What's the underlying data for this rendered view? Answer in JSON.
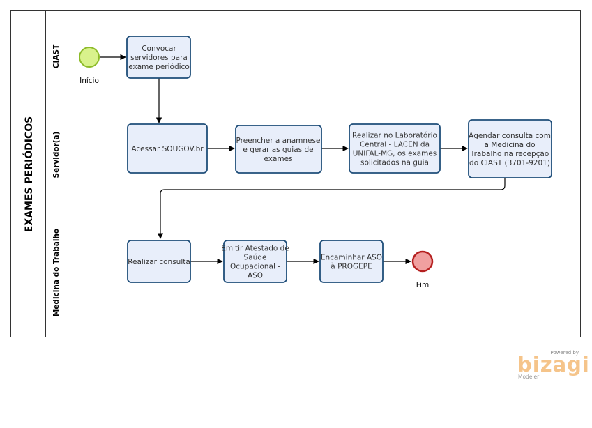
{
  "pool": {
    "title": "EXAMES PERIÓDICOS"
  },
  "lanes": [
    {
      "id": "ciast",
      "title": "CIAST"
    },
    {
      "id": "servidor",
      "title": "Servidor(a)"
    },
    {
      "id": "medicina",
      "title": "Medicina do Trabalho"
    }
  ],
  "events": {
    "start": {
      "label": "Início",
      "color": "#d9f28c",
      "stroke": "#8dbb29"
    },
    "end": {
      "label": "Fim",
      "color": "#f0a0a0",
      "stroke": "#b52020"
    }
  },
  "tasks": [
    {
      "id": "t1",
      "lines": [
        "Convocar",
        "servidores para",
        "exame periódico"
      ]
    },
    {
      "id": "t2",
      "lines": [
        "Acessar SOUGOV.br"
      ]
    },
    {
      "id": "t3",
      "lines": [
        "Preencher a anamnese",
        "e gerar as guias de",
        "exames"
      ]
    },
    {
      "id": "t4",
      "lines": [
        "Realizar no Laboratório",
        "Central - LACEN da",
        "UNIFAL-MG, os exames",
        "solicitados na guia"
      ]
    },
    {
      "id": "t5",
      "lines": [
        "Agendar consulta com",
        "a Medicina do",
        "Trabalho na recepção",
        "do CIAST (3701-9201)"
      ]
    },
    {
      "id": "t6",
      "lines": [
        "Realizar consulta"
      ]
    },
    {
      "id": "t7",
      "lines": [
        "Emitir Atestado de",
        "Saúde",
        "Ocupacional -",
        "ASO"
      ]
    },
    {
      "id": "t8",
      "lines": [
        "Encaminhar ASO",
        "à PROGEPE"
      ]
    }
  ],
  "branding": {
    "powered_by": "Powered by",
    "brand": "bizagi",
    "product": "Modeler"
  }
}
